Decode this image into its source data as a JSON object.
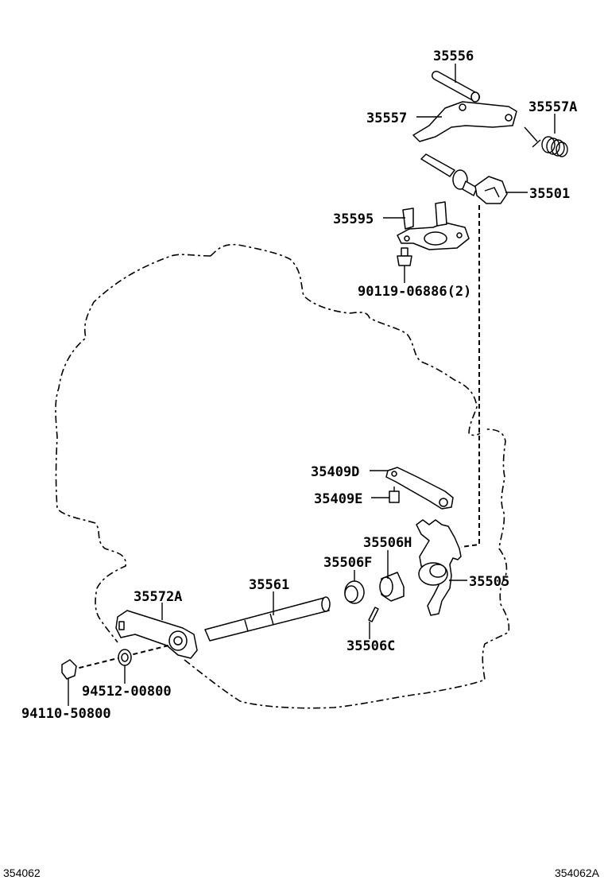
{
  "parts": [
    {
      "id": "p35556",
      "label": "35556"
    },
    {
      "id": "p35557",
      "label": "35557"
    },
    {
      "id": "p35557A",
      "label": "35557A"
    },
    {
      "id": "p35501",
      "label": "35501"
    },
    {
      "id": "p35595",
      "label": "35595"
    },
    {
      "id": "p90119",
      "label": "90119-06886(2)"
    },
    {
      "id": "p35409D",
      "label": "35409D"
    },
    {
      "id": "p35409E",
      "label": "35409E"
    },
    {
      "id": "p35506H",
      "label": "35506H"
    },
    {
      "id": "p35506F",
      "label": "35506F"
    },
    {
      "id": "p35505",
      "label": "35505"
    },
    {
      "id": "p35561",
      "label": "35561"
    },
    {
      "id": "p35572A",
      "label": "35572A"
    },
    {
      "id": "p35506C",
      "label": "35506C"
    },
    {
      "id": "p94512",
      "label": "94512-00800"
    },
    {
      "id": "p94110",
      "label": "94110-50800"
    }
  ],
  "footer": {
    "left_code": "354062",
    "right_code": "354062A"
  }
}
